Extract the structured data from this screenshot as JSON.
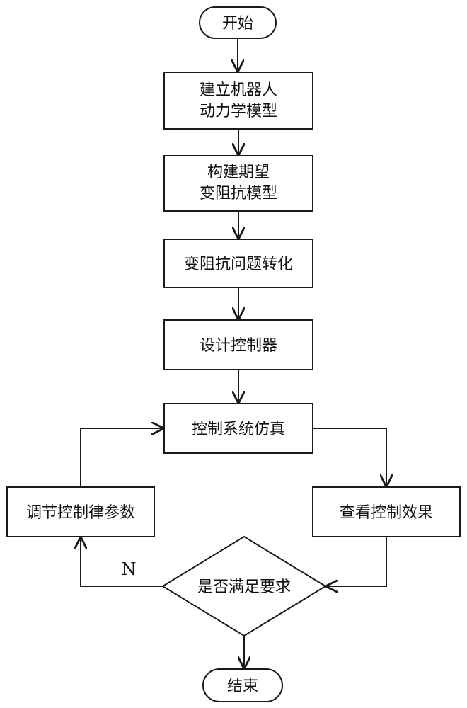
{
  "diagram": {
    "nodes": {
      "start": "开始",
      "step1_line1": "建立机器人",
      "step1_line2": "动力学模型",
      "step2_line1": "构建期望",
      "step2_line2": "变阻抗模型",
      "step3": "变阻抗问题转化",
      "step4": "设计控制器",
      "step5": "控制系统仿真",
      "check": "查看控制效果",
      "decision": "是否满足要求",
      "adjust": "调节控制律参数",
      "end": "结束"
    },
    "edge_labels": {
      "no": "N"
    }
  }
}
